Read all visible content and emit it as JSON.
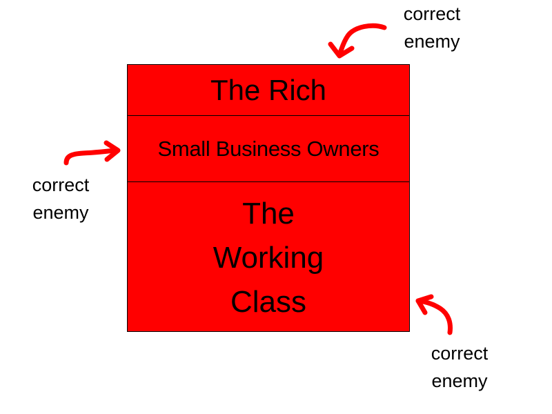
{
  "pyramid": {
    "tiers": [
      {
        "label": "The Rich"
      },
      {
        "label": "Small Business Owners"
      },
      {
        "lines": [
          "The",
          "Working",
          "Class"
        ]
      }
    ]
  },
  "annotations": [
    {
      "lines": [
        "correct",
        "enemy"
      ],
      "points_to": "The Rich"
    },
    {
      "lines": [
        "correct",
        "enemy"
      ],
      "points_to": "Small Business Owners"
    },
    {
      "lines": [
        "correct",
        "enemy"
      ],
      "points_to": "The Working Class"
    }
  ],
  "colors": {
    "box_fill": "#ff0000",
    "arrow": "#ff0000",
    "text": "#000000",
    "border": "#000000"
  }
}
